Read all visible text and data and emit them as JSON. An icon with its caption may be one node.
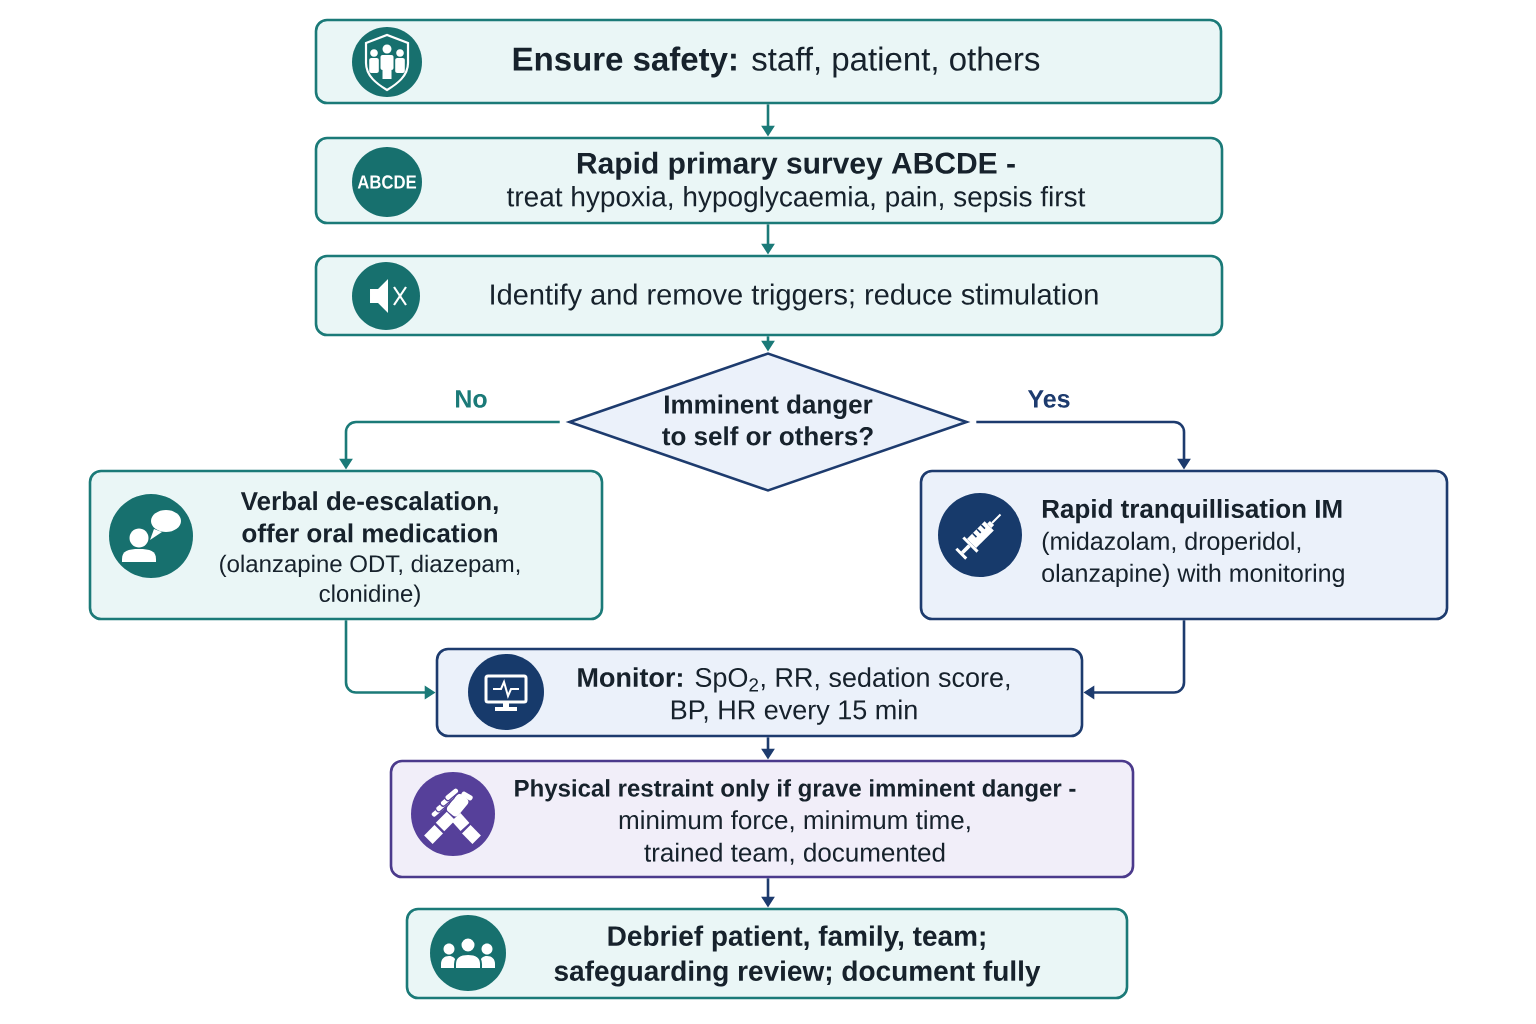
{
  "diagram": {
    "nodes": [
      {
        "text": [
          "**Ensure safety:** staff, patient, others"
        ]
      },
      {
        "text": [
          "Rapid primary survey ABCDE -",
          "treat hypoxia, hypoglycaemia, pain, sepsis first"
        ]
      },
      {
        "text": [
          "ABCDE"
        ],
        "in": 1
      },
      {
        "text": [
          "Identify and remove triggers; reduce stimulation"
        ]
      },
      {
        "text": [
          "Imminent danger to self or others?"
        ]
      },
      {
        "text": [
          "Verbal de-escalation, offer oral medication",
          "(olanzapine ODT, diazepam, clonidine)"
        ]
      },
      {
        "text": [
          "Rapid tranquillisation IM",
          "(midazolam, droperidol, olanzapine) with monitoring"
        ]
      },
      {
        "text": [
          "**Monitor:** SpO$_{2}$, RR, sedation score, BP, HR every 15 min"
        ]
      },
      {
        "text": [
          "Physical restraint only if grave imminent danger -",
          "minimum force, minimum time, trained team, documented"
        ]
      },
      {
        "text": [
          "Debrief patient, family, team; safeguarding review; document fully"
        ]
      }
    ],
    "edges": [
      {
        "from": 0,
        "to": 1,
        "arrow": "to"
      },
      {
        "from": 1,
        "to": 3,
        "arrow": "to"
      },
      {
        "from": 3,
        "to": 4,
        "arrow": "to"
      },
      {
        "from": 4,
        "to": 5,
        "arrow": "to",
        "label": "No"
      },
      {
        "from": 4,
        "to": 6,
        "arrow": "to",
        "label": "Yes",
        "color": "#1d3b6e"
      },
      {
        "from": 5,
        "to": 7,
        "arrow": "to"
      },
      {
        "from": 6,
        "to": 7,
        "arrow": "to",
        "color": "#1d3b6e"
      },
      {
        "from": 7,
        "to": 8,
        "arrow": "to",
        "color": "#1d3b6e"
      },
      {
        "from": 8,
        "to": 9,
        "arrow": "to",
        "color": "#1d3b6e"
      }
    ]
  }
}
